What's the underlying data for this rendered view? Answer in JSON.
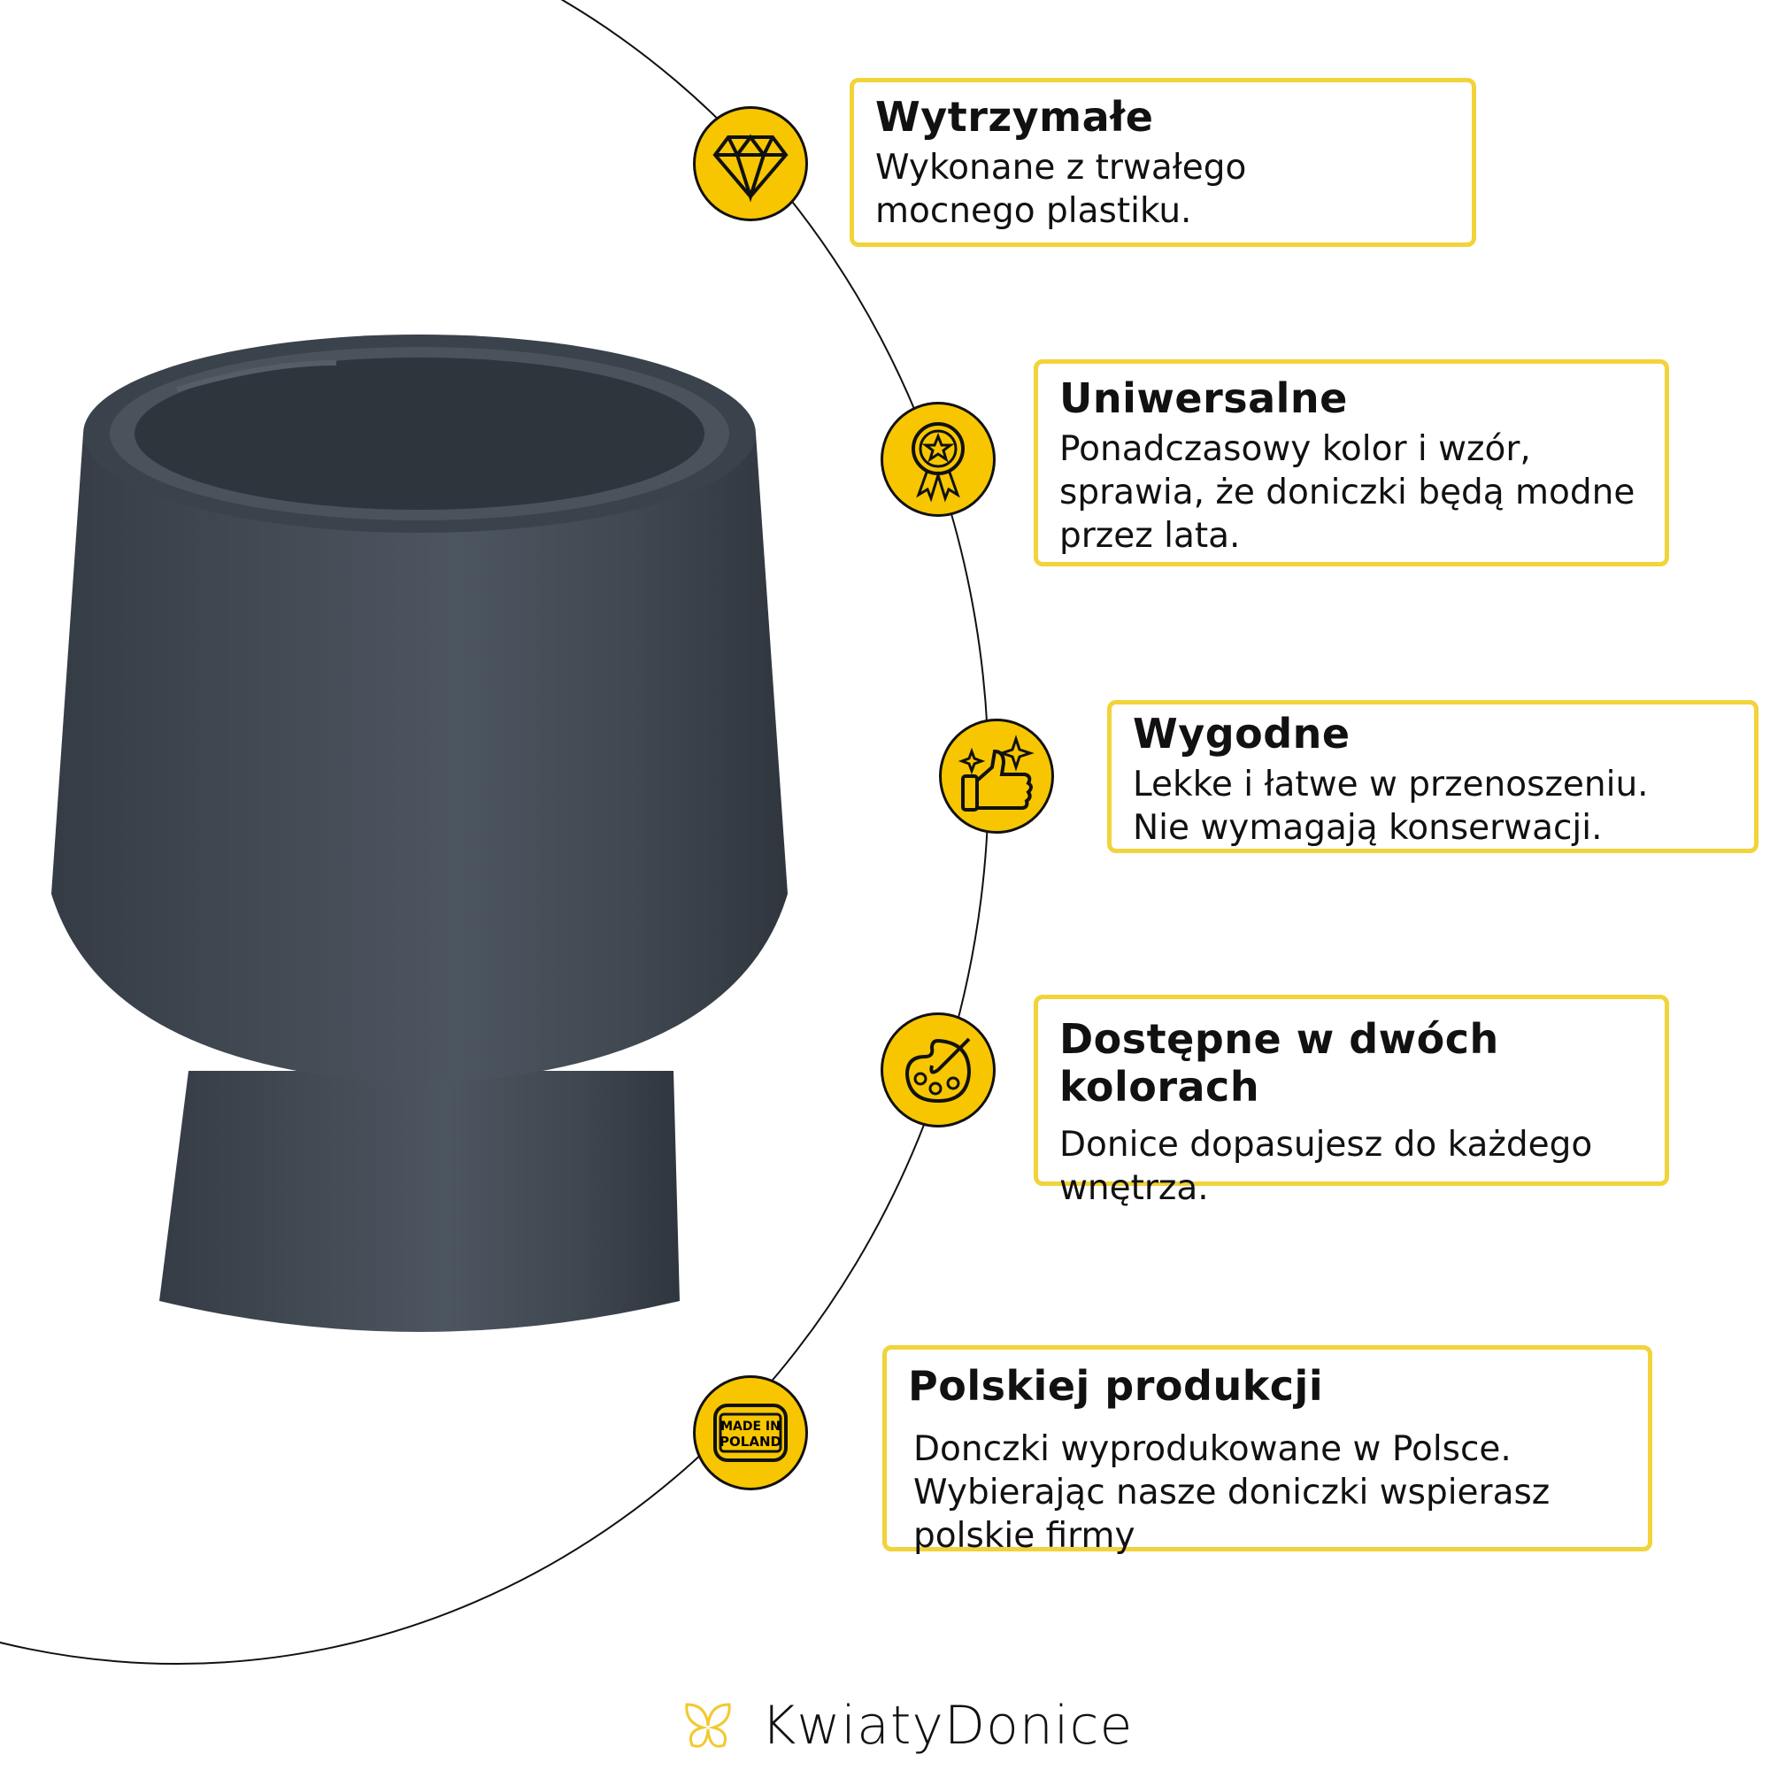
{
  "features": [
    {
      "title": "Wytrzymałe",
      "lines": [
        "Wykonane z trwałego",
        "mocnego plastiku."
      ],
      "icon": "diamond-icon"
    },
    {
      "title": "Uniwersalne",
      "lines": [
        "Ponadczasowy kolor i wzór,",
        "sprawia, że doniczki będą modne",
        "przez lata."
      ],
      "icon": "award-medal-icon"
    },
    {
      "title": "Wygodne",
      "lines": [
        "Lekke i łatwe w przenoszeniu.",
        "Nie wymagają konserwacji."
      ],
      "icon": "thumbs-up-icon"
    },
    {
      "title": "Dostępne w dwóch kolorach",
      "lines": [
        "Donice dopasujesz do każdego",
        "wnętrza."
      ],
      "icon": "palette-icon"
    },
    {
      "title": "Polskiej produkcji",
      "lines": [
        "Donczki wyprodukowane w Polsce.",
        "Wybierając nasze doniczki wspierasz",
        "polskie firmy"
      ],
      "icon": "made-in-poland-icon"
    }
  ],
  "made_in_badge": [
    "MADE IN",
    "POLAND"
  ],
  "brand": {
    "name": "KwiatyDonice"
  },
  "colors": {
    "accent": "#F7C600",
    "border": "#F2D33A",
    "pot": "#3E4650"
  }
}
